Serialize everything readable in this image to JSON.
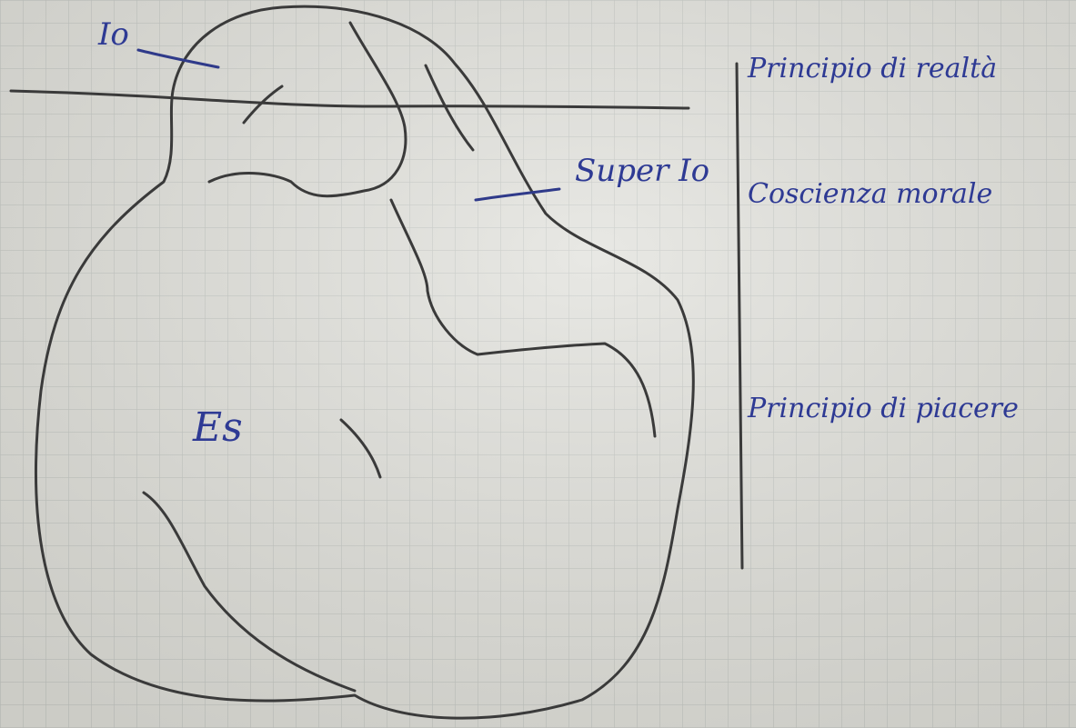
{
  "labels": {
    "io": "Io",
    "superio": "Super Io",
    "es": "Es",
    "principio_realta": "Principio di realtà",
    "coscienza_morale": "Coscienza morale",
    "principio_piacere": "Principio di piacere"
  },
  "colors": {
    "paper": "#dcdcd6",
    "grid": "#b9bdb9",
    "pencil": "#3a3a3a",
    "ink": "#2e3a94"
  }
}
